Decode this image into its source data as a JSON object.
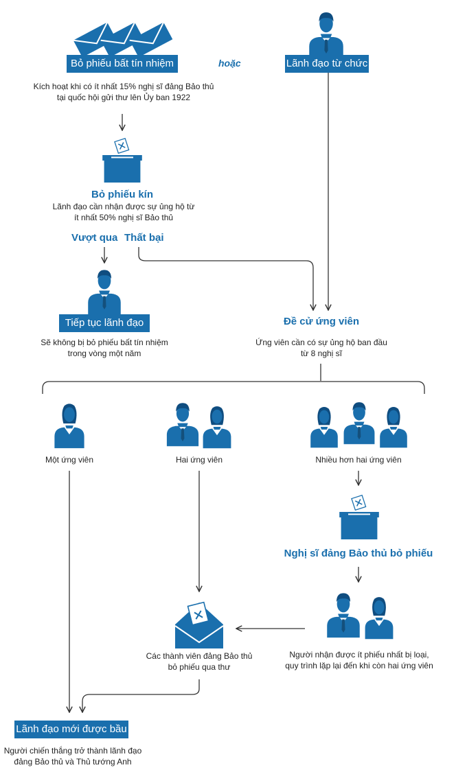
{
  "colors": {
    "accent": "#1a6fad",
    "line": "#333333",
    "text": "#222222"
  },
  "no_confidence": {
    "icon": "envelope-icon",
    "title": "Bỏ phiếu bất tín nhiệm",
    "desc_line1": "Kích hoạt khi có ít nhất 15% nghị sĩ đảng Bảo thủ",
    "desc_line2": "tại quốc hội gửi thư lên Ủy ban 1922"
  },
  "or_label": "hoặc",
  "resign": {
    "icon": "person-icon",
    "title": "Lãnh đạo từ chức"
  },
  "secret_ballot": {
    "icon": "ballot-box-icon",
    "title": "Bỏ phiếu kín",
    "desc_line1": "Lãnh đạo cần nhận được sự ủng hộ từ",
    "desc_line2": "ít nhất 50% nghị sĩ Bảo thủ"
  },
  "pass_label": "Vượt qua",
  "fail_label": "Thất bại",
  "continue": {
    "icon": "person-icon",
    "title": "Tiếp tục lãnh đạo",
    "desc_line1": "Sẽ không bị bỏ phiếu bất tín nhiệm",
    "desc_line2": "trong vòng một năm"
  },
  "nomination": {
    "title": "Đề cử ứng viên",
    "desc_line1": "Ứng viên cần có sự ủng hộ ban đầu",
    "desc_line2": "từ 8 nghị sĩ"
  },
  "one_candidate": {
    "icon": "person-icon",
    "label": "Một ứng viên"
  },
  "two_candidates": {
    "icon": "two-persons-icon",
    "label": "Hai ứng viên"
  },
  "more_candidates": {
    "icon": "three-persons-icon",
    "label": "Nhiều hơn hai ứng viên"
  },
  "mp_vote": {
    "icon": "ballot-box-icon",
    "title": "Nghị sĩ đảng Bảo thủ bỏ phiếu"
  },
  "elimination": {
    "icon": "two-persons-icon",
    "desc_line1": "Người nhận được ít phiếu nhất bị loại,",
    "desc_line2": "quy trình lặp lại đến khi còn hai ứng viên"
  },
  "postal_vote": {
    "icon": "mail-ballot-icon",
    "desc_line1": "Các thành viên đảng Bảo thủ",
    "desc_line2": "bỏ phiếu qua thư"
  },
  "new_leader": {
    "title": "Lãnh đạo mới được bầu",
    "desc_line1": "Người chiến thắng trở thành lãnh đạo",
    "desc_line2": "đảng Bảo thủ và Thủ tướng Anh"
  }
}
